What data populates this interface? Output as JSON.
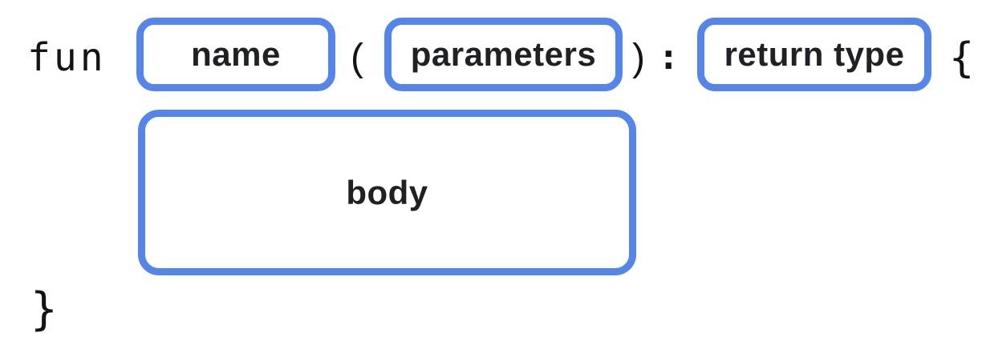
{
  "colors": {
    "box_border": "#5585E8",
    "code_text": "#141414",
    "label_text": "#202124",
    "background": "#ffffff"
  },
  "syntax": {
    "keyword": "fun",
    "open_paren": "(",
    "close_paren": ")",
    "colon": ":",
    "open_brace": "{",
    "close_brace": "}"
  },
  "placeholders": {
    "name": "name",
    "parameters": "parameters",
    "return_type": "return type",
    "body": "body"
  }
}
